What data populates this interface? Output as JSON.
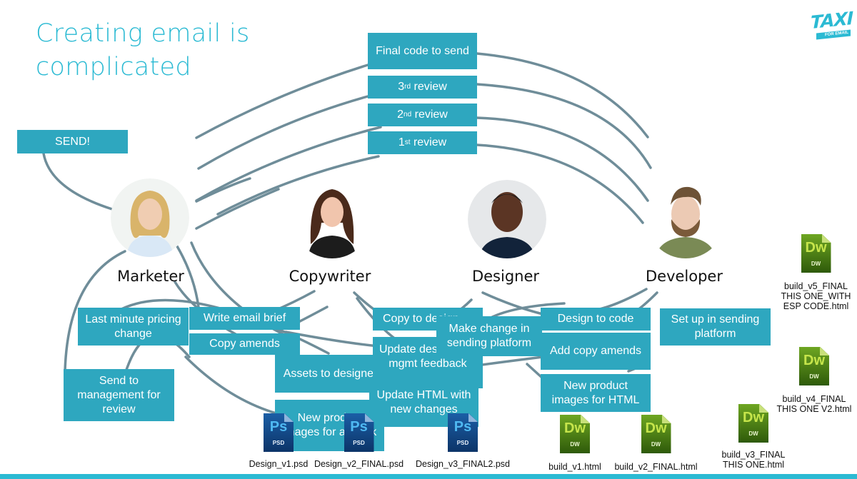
{
  "title": "Creating email is complicated",
  "title_lines": [
    "Creating email is",
    "complicated"
  ],
  "logo": {
    "text": "TAXI",
    "subtext": "FOR EMAIL",
    "color": "#2bbad3"
  },
  "colors": {
    "accent": "#2bbad3",
    "box": "#2ea7bf",
    "line": "#6f8d99",
    "text_on_box": "#ffffff"
  },
  "roles": [
    {
      "id": "marketer",
      "label": "Marketer",
      "shirt": "#d9e8f6",
      "hair": "#d9b46a",
      "skin": "#f0cdb2",
      "bg": "#f1f4f2"
    },
    {
      "id": "copywriter",
      "label": "Copywriter",
      "shirt": "#1c1c1c",
      "hair": "#4a2a1b",
      "skin": "#f1c5ad",
      "bg": "#ffffff"
    },
    {
      "id": "designer",
      "label": "Designer",
      "shirt": "#12233a",
      "hair": "#1a1a1a",
      "skin": "#5b3524",
      "bg": "#e6e8ea"
    },
    {
      "id": "developer",
      "label": "Developer",
      "shirt": "#7a8a55",
      "hair": "#6d5236",
      "skin": "#eccab4",
      "bg": "#ffffff"
    }
  ],
  "steps": {
    "final_code": "Final code to send",
    "review3": {
      "num": "3",
      "sup": "rd",
      "text": " review"
    },
    "review2": {
      "num": "2",
      "sup": "nd",
      "text": " review"
    },
    "review1": {
      "num": "1",
      "sup": "st",
      "text": " review"
    },
    "send": "SEND!",
    "last_minute": "Last minute pricing change",
    "write_brief": "Write email brief",
    "copy_amends": "Copy amends",
    "send_mgmt": "Send to management for review",
    "assets": "Assets to designer",
    "new_product_artwork": "New product images for artwork",
    "copy_to_design": "Copy to design",
    "update_design": "Update design with mgmt feedback",
    "update_html": "Update HTML with new changes",
    "make_change": "Make change in sending platform",
    "design_to_code": "Design to code",
    "add_copy": "Add copy amends",
    "new_product_html": "New product images for HTML",
    "setup_sending": "Set up in sending platform"
  },
  "files": {
    "psd": [
      {
        "name": "Design_v1.psd",
        "type": "PSD",
        "glyph": "Ps"
      },
      {
        "name": "Design_v2_FINAL.psd",
        "type": "PSD",
        "glyph": "Ps"
      },
      {
        "name": "Design_v3_FINAL2.psd",
        "type": "PSD",
        "glyph": "Ps"
      }
    ],
    "html": [
      {
        "name": "build_v1.html",
        "type": "DW",
        "glyph": "Dw"
      },
      {
        "name": "build_v2_FINAL.html",
        "type": "DW",
        "glyph": "Dw"
      },
      {
        "name": "build_v3_FINAL THIS ONE.html",
        "type": "DW",
        "glyph": "Dw"
      },
      {
        "name": "build_v4_FINAL THIS ONE V2.html",
        "type": "DW",
        "glyph": "Dw"
      },
      {
        "name": "build_v5_FINAL THIS ONE_WITH ESP CODE.html",
        "type": "DW",
        "glyph": "Dw"
      }
    ]
  }
}
